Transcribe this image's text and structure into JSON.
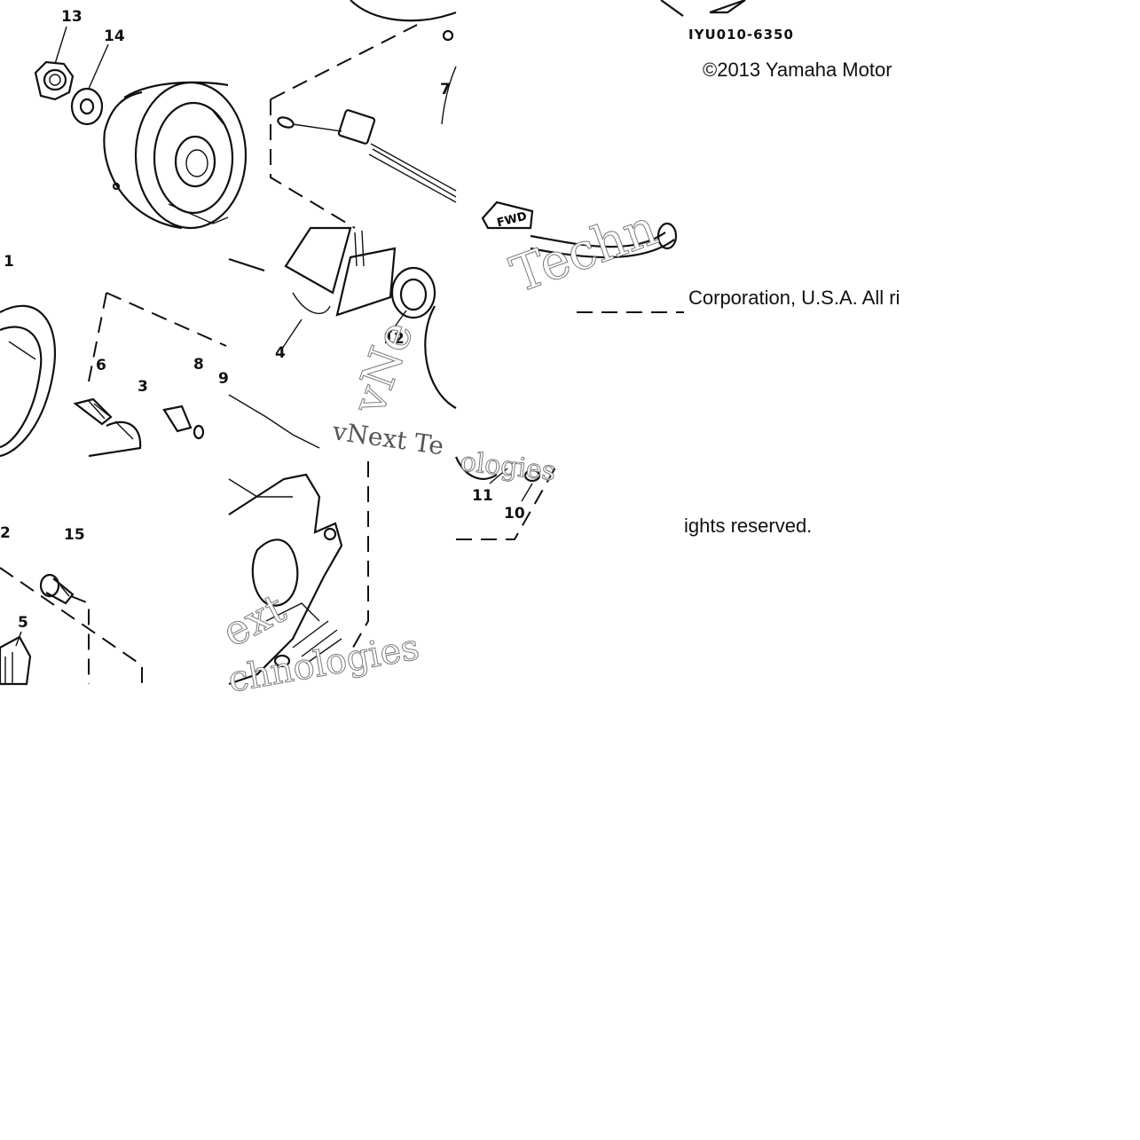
{
  "diagram": {
    "part_code": "IYU010-6350",
    "direction_marker": "FWD",
    "callouts": {
      "c13": "13",
      "c14": "14",
      "c7": "7",
      "c6": "6",
      "c3": "3",
      "c8": "8",
      "c9": "9",
      "c4": "4",
      "c12": "12",
      "c2": "2",
      "c15": "15",
      "c5": "5",
      "c11": "11",
      "c10": "10",
      "c1": "1"
    }
  },
  "copyright": {
    "line1": "©2013 Yamaha Motor",
    "line2": "Corporation, U.S.A. All ri",
    "line3": "ights reserved."
  },
  "watermark": {
    "w1": "Techn",
    "w2": "vNext Te",
    "w3": "ologies",
    "w4": "vNe",
    "w5": "ext",
    "w6": "chnologies"
  }
}
